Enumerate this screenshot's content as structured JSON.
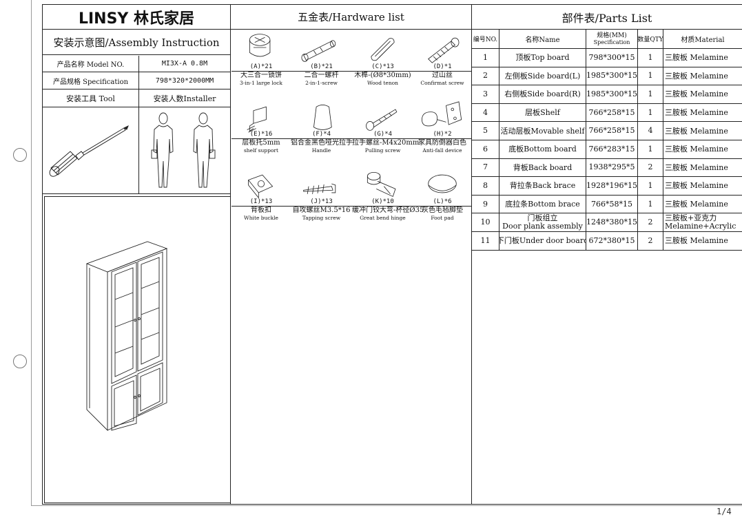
{
  "brand": {
    "logo_text": "LINSY 林氏家居"
  },
  "assembly": {
    "title": "安装示意图/Assembly Instruction",
    "model_label": "产品名称 Model NO.",
    "model_value": "MI3X-A 0.8M",
    "spec_label": "产品规格 Specification",
    "spec_value": "798*320*2000MM",
    "tool_label": "安装工具 Tool",
    "installer_label": "安装人数Installer"
  },
  "hardware": {
    "title": "五金表/Hardware list",
    "items": [
      {
        "code": "(A)*21",
        "cn": "大三合一锁饼",
        "en": "3-in-1 large lock",
        "icon": "cam-lock-icon"
      },
      {
        "code": "(B)*21",
        "cn": "二合一螺杆",
        "en": "2-in-1-screw",
        "icon": "bolt-icon"
      },
      {
        "code": "(C)*13",
        "cn": "木榫-(Ø8*30mm)",
        "en": "Wood tenon",
        "icon": "dowel-icon"
      },
      {
        "code": "(D)*1",
        "cn": "过山丝",
        "en": "Confirmat screw",
        "icon": "confirmat-screw-icon"
      },
      {
        "code": "(E)*16",
        "cn": "层板托5mm",
        "en": "shelf support",
        "icon": "shelf-support-icon"
      },
      {
        "code": "(F)*4",
        "cn": "铝合金黑色哑光拉手",
        "en": "Handle",
        "icon": "handle-icon"
      },
      {
        "code": "(G)*4",
        "cn": "拉手螺丝-M4x20mm",
        "en": "Pulling screw",
        "icon": "pulling-screw-icon"
      },
      {
        "code": "(H)*2",
        "cn": "家具防倒器白色",
        "en": "Anti-fall device",
        "icon": "anti-fall-icon"
      },
      {
        "code": "(I)*13",
        "cn": "背板扣",
        "en": "White buckle",
        "icon": "buckle-icon"
      },
      {
        "code": "(J)*13",
        "cn": "自攻螺丝M3.5*16",
        "en": "Tapping screw",
        "icon": "tapping-screw-icon"
      },
      {
        "code": "(K)*10",
        "cn": "缓冲门铰大弯-杯径Ø35",
        "en": "Great bend hinge",
        "icon": "hinge-icon"
      },
      {
        "code": "(L)*6",
        "cn": "灰色毛毡脚垫",
        "en": "Foot pad",
        "icon": "foot-pad-icon"
      }
    ]
  },
  "parts": {
    "title": "部件表/Parts List",
    "headers": [
      "编号NO.",
      "名称Name",
      "规格(MM)",
      "Specification",
      "数量QTY",
      "材质Material"
    ],
    "rows": [
      {
        "no": "1",
        "name": "顶板Top board",
        "spec": "798*300*15",
        "qty": "1",
        "material": "三胺板 Melamine"
      },
      {
        "no": "2",
        "name": "左侧板Side board(L)",
        "spec": "1985*300*15",
        "qty": "1",
        "material": "三胺板 Melamine"
      },
      {
        "no": "3",
        "name": "右侧板Side board(R)",
        "spec": "1985*300*15",
        "qty": "1",
        "material": "三胺板 Melamine"
      },
      {
        "no": "4",
        "name": "层板Shelf",
        "spec": "766*258*15",
        "qty": "1",
        "material": "三胺板 Melamine"
      },
      {
        "no": "5",
        "name": "活动层板Movable shelf",
        "spec": "766*258*15",
        "qty": "4",
        "material": "三胺板 Melamine"
      },
      {
        "no": "6",
        "name": "底板Bottom board",
        "spec": "766*283*15",
        "qty": "1",
        "material": "三胺板 Melamine"
      },
      {
        "no": "7",
        "name": "背板Back board",
        "spec": "1938*295*5",
        "qty": "2",
        "material": "三胺板 Melamine"
      },
      {
        "no": "8",
        "name": "背拉条Back brace",
        "spec": "1928*196*15",
        "qty": "1",
        "material": "三胺板 Melamine"
      },
      {
        "no": "9",
        "name": "底拉条Bottom brace",
        "spec": "766*58*15",
        "qty": "1",
        "material": "三胺板 Melamine"
      },
      {
        "no": "10",
        "name": "门板组立",
        "name2": "Door plank assembly",
        "spec": "1248*380*15",
        "qty": "2",
        "material": "三胺板+亚克力",
        "material2": "Melamine+Acrylic"
      },
      {
        "no": "11",
        "name": "下门板Under door board",
        "spec": "672*380*15",
        "qty": "2",
        "material": "三胺板 Melamine"
      }
    ]
  },
  "page_number": "1/4"
}
